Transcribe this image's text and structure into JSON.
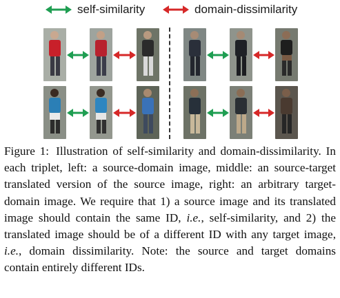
{
  "legend": {
    "self_similarity": {
      "label": "self-similarity",
      "color": "#1f9e52"
    },
    "domain_dissimilarity": {
      "label": "domain-dissimilarity",
      "color": "#d62828"
    }
  },
  "figure": {
    "icons": {
      "person_image": "person-photo-icon",
      "arrow": "double-headed-arrow-icon"
    },
    "divider": "dashed-vertical-line"
  },
  "caption": {
    "label": "Figure 1:",
    "seg1": "Illustration of self-similarity and domain-dissimilarity. In each triplet, left: a source-domain image, middle: an source-target translated version of the source image, right: an arbitrary target-domain image. We require that 1) a source image and its translated image should contain the same ID, ",
    "ie1": "i.e.",
    "seg2": ", self-similarity, and 2) the translated image should be of a different ID with any target image, ",
    "ie2": "i.e.",
    "seg3": ", domain dissimilarity. Note: the source and target domains contain entirely different IDs."
  }
}
